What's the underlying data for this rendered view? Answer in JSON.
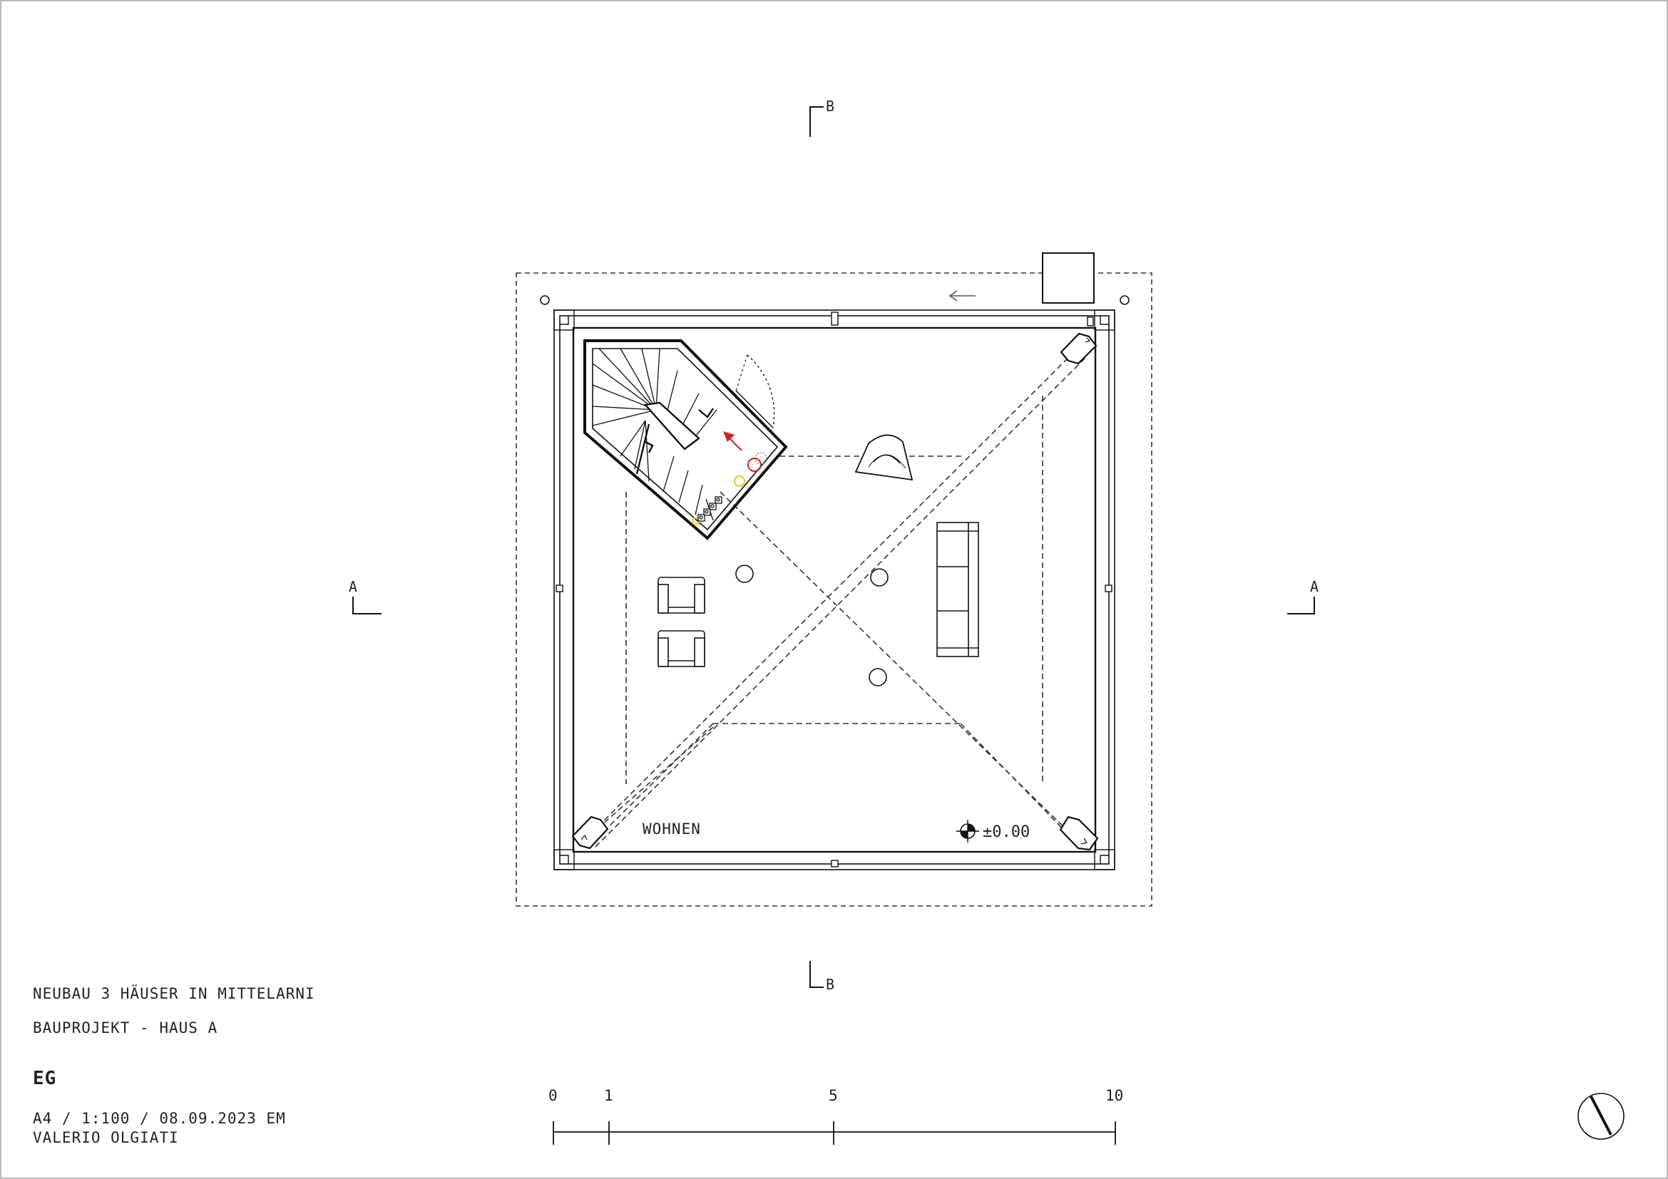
{
  "title_block": {
    "project": "NEUBAU 3 HÄUSER IN MITTELARNI",
    "phase": "BAUPROJEKT - HAUS A",
    "floor": "EG",
    "meta": "A4 / 1:100 / 08.09.2023 EM",
    "architect": "VALERIO OLGIATI"
  },
  "plan": {
    "room_label": "WOHNEN",
    "level_label": "±0.00",
    "section_a": "A",
    "section_b": "B"
  },
  "scale_bar": {
    "labels": [
      "0",
      "1",
      "5",
      "10"
    ],
    "unit_values": [
      0,
      1,
      5,
      10
    ]
  },
  "colors": {
    "line": "#111111",
    "dash": "#333333",
    "accent_red": "#d42020",
    "accent_yellow": "#e8c22a"
  },
  "icons": {
    "north_arrow": "north-arrow-icon",
    "level_marker": "level-marker-icon",
    "direction_arrow": "arrow-left-icon"
  }
}
